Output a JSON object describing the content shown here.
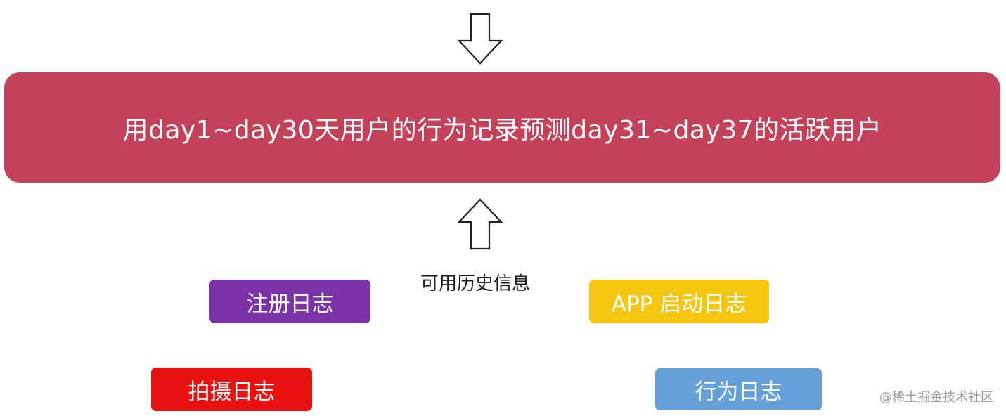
{
  "main_box": {
    "text": "用day1~day30天用户的行为记录预测day31~day37的活跃用户",
    "color": "#c4415a"
  },
  "caption": "可用历史信息",
  "tags": {
    "register": {
      "label": "注册日志",
      "color": "#7a32a8"
    },
    "app_launch": {
      "label": "APP 启动日志",
      "color": "#f4c612"
    },
    "capture": {
      "label": "拍摄日志",
      "color": "#e8110f"
    },
    "behavior": {
      "label": "行为日志",
      "color": "#65a0d8"
    }
  },
  "watermark": "@稀土掘金技术社区"
}
